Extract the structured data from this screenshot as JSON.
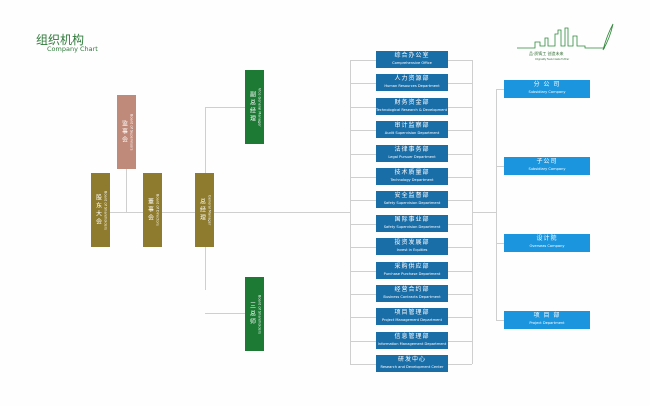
{
  "header": {
    "title": "组织机构",
    "subtitle": "Company Chart"
  },
  "logo": {
    "text": "品·质 铸 工  创 造 未 来",
    "tagline": "Originality Feels   Create Further"
  },
  "governance": {
    "supervisors": {
      "zh": "监事会",
      "en": "Board of Supervisors"
    },
    "shareholders": {
      "zh": "股东大会",
      "en": "Board of Shareholders"
    },
    "directors": {
      "zh": "董事会",
      "en": "Board of Directors"
    },
    "general_manager": {
      "zh": "总经理",
      "en": "General Manager"
    },
    "vice_gm": {
      "zh": "副总经理",
      "en": "Vice General Manager"
    },
    "chief_engineers": {
      "zh": "三总师",
      "en": "Board of Shareholders"
    }
  },
  "departments": [
    {
      "zh": "综合办公室",
      "en": "Comprehensive Office"
    },
    {
      "zh": "人力资源部",
      "en": "Human Resources Department"
    },
    {
      "zh": "财务资金部",
      "en": "Technological Research & Development Center"
    },
    {
      "zh": "审计监察部",
      "en": "Audit Supervision Department"
    },
    {
      "zh": "法律事务部",
      "en": "Legal Pursuer Department"
    },
    {
      "zh": "技术质量部",
      "en": "Technology Department"
    },
    {
      "zh": "安全监督部",
      "en": "Safety Supervision Department"
    },
    {
      "zh": "国际事业部",
      "en": "Safety Supervision Department"
    },
    {
      "zh": "投资发展部",
      "en": "Invest in Equities"
    },
    {
      "zh": "采购供应部",
      "en": "Purchase Purchase Department"
    },
    {
      "zh": "经营合约部",
      "en": "Business Contracts Department"
    },
    {
      "zh": "项目管理部",
      "en": "Project Management Department"
    },
    {
      "zh": "信息管理部",
      "en": "Information Management Department"
    },
    {
      "zh": "研发中心",
      "en": "Research and Development Center"
    }
  ],
  "subsidiaries": [
    {
      "zh": "分 公 司",
      "en": "Subsidiary Company"
    },
    {
      "zh": "子公司",
      "en": "Subsidiary Company"
    },
    {
      "zh": "设计院",
      "en": "Overseas Company"
    },
    {
      "zh": "项 目 部",
      "en": "Project Department"
    }
  ],
  "colors": {
    "olive": "#8e7b2d",
    "rose": "#c08a7a",
    "green": "#1d7a35",
    "dept": "#1a6ea8",
    "subsidiary": "#1b95dd"
  }
}
